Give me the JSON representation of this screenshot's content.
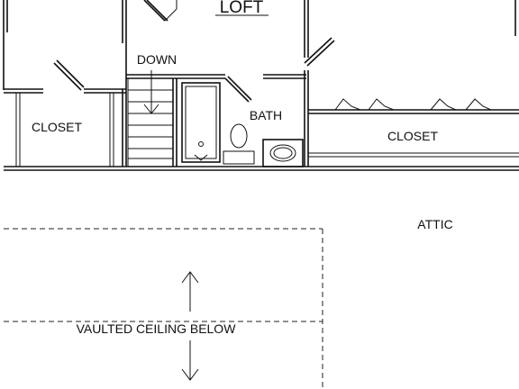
{
  "rooms": {
    "loft": "LOFT",
    "down": "DOWN",
    "bath": "BATH",
    "closet_left": "CLOSET",
    "closet_right": "CLOSET",
    "attic": "ATTIC",
    "vaulted": "VAULTED CEILING BELOW"
  }
}
